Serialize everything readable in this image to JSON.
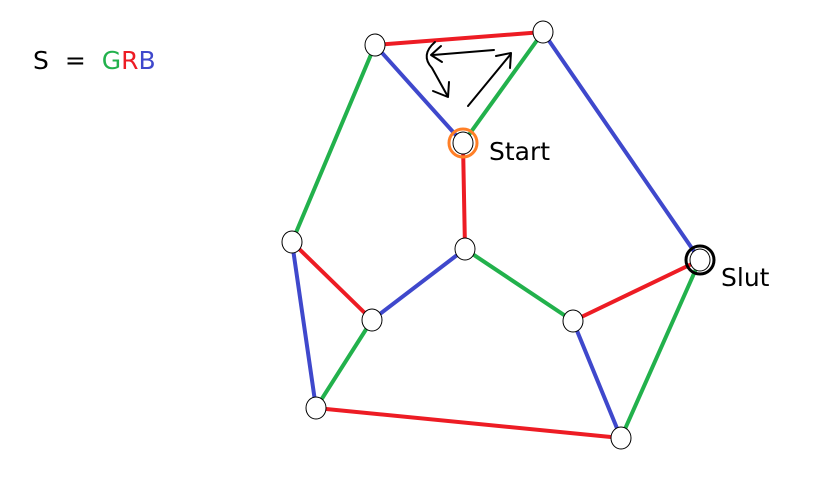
{
  "formula": {
    "lhs": "S",
    "equals": "=",
    "letters": [
      {
        "char": "G",
        "color": "#22b14c"
      },
      {
        "char": "R",
        "color": "#ed1c24"
      },
      {
        "char": "B",
        "color": "#3f48cc"
      }
    ]
  },
  "labels": {
    "start": "Start",
    "end": "Slut"
  },
  "colors": {
    "green": "#22b14c",
    "red": "#ed1c24",
    "blue": "#3f48cc",
    "start_ring": "#ff7f27",
    "end_ring": "#000000",
    "arrows": "#000000"
  },
  "nodes": [
    {
      "id": "top-left"
    },
    {
      "id": "top-right"
    },
    {
      "id": "start"
    },
    {
      "id": "center"
    },
    {
      "id": "left"
    },
    {
      "id": "inner-left"
    },
    {
      "id": "inner-right"
    },
    {
      "id": "end"
    },
    {
      "id": "bottom-left"
    },
    {
      "id": "bottom-right"
    }
  ],
  "edges": [
    {
      "from": "top-left",
      "to": "top-right",
      "color": "red"
    },
    {
      "from": "top-left",
      "to": "start",
      "color": "blue"
    },
    {
      "from": "top-right",
      "to": "start",
      "color": "green"
    },
    {
      "from": "top-left",
      "to": "left",
      "color": "green"
    },
    {
      "from": "top-right",
      "to": "end",
      "color": "blue"
    },
    {
      "from": "start",
      "to": "center",
      "color": "red"
    },
    {
      "from": "center",
      "to": "inner-left",
      "color": "blue"
    },
    {
      "from": "center",
      "to": "inner-right",
      "color": "green"
    },
    {
      "from": "left",
      "to": "inner-left",
      "color": "red"
    },
    {
      "from": "left",
      "to": "bottom-left",
      "color": "blue"
    },
    {
      "from": "inner-left",
      "to": "bottom-left",
      "color": "green"
    },
    {
      "from": "inner-right",
      "to": "end",
      "color": "red"
    },
    {
      "from": "inner-right",
      "to": "bottom-right",
      "color": "blue"
    },
    {
      "from": "end",
      "to": "bottom-right",
      "color": "green"
    },
    {
      "from": "bottom-left",
      "to": "bottom-right",
      "color": "red"
    }
  ],
  "highlights": [
    {
      "node": "start",
      "color": "start_ring"
    },
    {
      "node": "end",
      "color": "end_ring"
    }
  ]
}
